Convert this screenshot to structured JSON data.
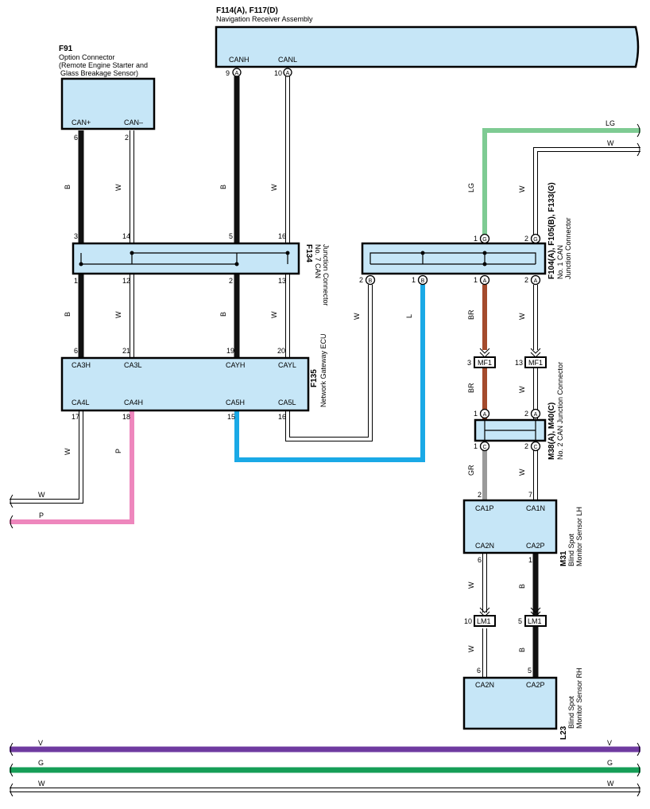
{
  "colors": {
    "box_fill": "#c6e6f7",
    "B": "#111111",
    "W": "#ffffff",
    "LG": "#7ecb93",
    "BR": "#a44b2d",
    "L": "#1aa9e6",
    "P": "#ee87bd",
    "GR": "#9a9a9a",
    "V": "#6f3aa0",
    "G": "#169e57"
  },
  "components": {
    "nav": {
      "id": "F114(A), F117(D)",
      "name": "Navigation Receiver Assembly",
      "pin1": "CANH",
      "pin2": "CANL",
      "pin1_no": "9",
      "pin2_no": "10",
      "pin1_letter": "A",
      "pin2_letter": "A"
    },
    "f91": {
      "id": "F91",
      "name_l1": "Option Connector",
      "name_l2": "(Remote Engine Starter and",
      "name_l3": "Glass Breakage Sensor)",
      "pin1": "CAN+",
      "pin2": "CAN–",
      "pin1_no": "6",
      "pin2_no": "2"
    },
    "f134": {
      "id": "F134",
      "name_l1": "No. 7 CAN",
      "name_l2": "Junction Connector",
      "top_pins": [
        "3",
        "14",
        "5",
        "16"
      ],
      "bottom_pins": [
        "1",
        "12",
        "2",
        "13"
      ]
    },
    "f135": {
      "id": "F135",
      "name": "Network Gateway ECU",
      "top_labels": [
        "CA3H",
        "CA3L",
        "CAYH",
        "CAYL"
      ],
      "top_pins": [
        "6",
        "21",
        "19",
        "20"
      ],
      "bottom_labels": [
        "CA4L",
        "CA4H",
        "CA5H",
        "CA5L"
      ],
      "bottom_pins": [
        "17",
        "18",
        "15",
        "16"
      ]
    },
    "f104": {
      "id": "F104(A), F105(B), F133(G)",
      "name_l1": "No. 1 CAN",
      "name_l2": "Junction Connector",
      "top_nos": [
        "1",
        "2"
      ],
      "top_letters": [
        "G",
        "G"
      ],
      "bottom_nos": [
        "2",
        "1",
        "1",
        "2"
      ],
      "bottom_letters": [
        "B",
        "B",
        "A",
        "A"
      ]
    },
    "m38": {
      "id": "M38(A), M40(C)",
      "name": "No. 2 CAN Junction Connector",
      "top_nos": [
        "1",
        "2"
      ],
      "top_letters": [
        "A",
        "A"
      ],
      "bottom_nos": [
        "1",
        "2"
      ],
      "bottom_letters": [
        "C",
        "C"
      ]
    },
    "m31": {
      "id": "M31",
      "name_l1": "Blind Spot",
      "name_l2": "Monitor Sensor LH",
      "top_labels": [
        "CA1P",
        "CA1N"
      ],
      "top_pins": [
        "2",
        "7"
      ],
      "bottom_labels": [
        "CA2N",
        "CA2P"
      ],
      "bottom_pins": [
        "6",
        "1"
      ]
    },
    "l23": {
      "id": "L23",
      "name_l1": "Blind Spot",
      "name_l2": "Monitor Sensor RH",
      "labels": [
        "CA2N",
        "CA2P"
      ],
      "pins": [
        "6",
        "5"
      ]
    }
  },
  "connectors": {
    "mf1": {
      "name": "MF1",
      "pins": [
        "3",
        "13"
      ]
    },
    "lm1": {
      "name": "LM1",
      "pins": [
        "10",
        "5"
      ]
    },
    "lm1_below_pins": [
      "6",
      "5"
    ]
  },
  "wire_labels": {
    "f91_left": "B",
    "f91_right": "W",
    "nav_left": "B",
    "nav_right": "W",
    "f134_below_1": "B",
    "f134_below_2": "W",
    "f134_below_3": "B",
    "f134_below_4": "W",
    "lg_vertical": "LG",
    "w_vertical": "W",
    "f104_w": "W",
    "f104_l": "L",
    "f104_br": "BR",
    "f104_w2": "W",
    "mf1_br": "BR",
    "mf1_w": "W",
    "m38_gr": "GR",
    "m38_w": "W",
    "m31_w": "W",
    "m31_b": "B",
    "lm1_w": "W",
    "lm1_b": "B",
    "f135_w": "W",
    "f135_p": "P",
    "top_right_lg": "LG",
    "top_right_w": "W",
    "left_w": "W",
    "left_p": "P",
    "bottom_v_l": "V",
    "bottom_v_r": "V",
    "bottom_g_l": "G",
    "bottom_g_r": "G",
    "bottom_w_l": "W",
    "bottom_w_r": "W"
  }
}
